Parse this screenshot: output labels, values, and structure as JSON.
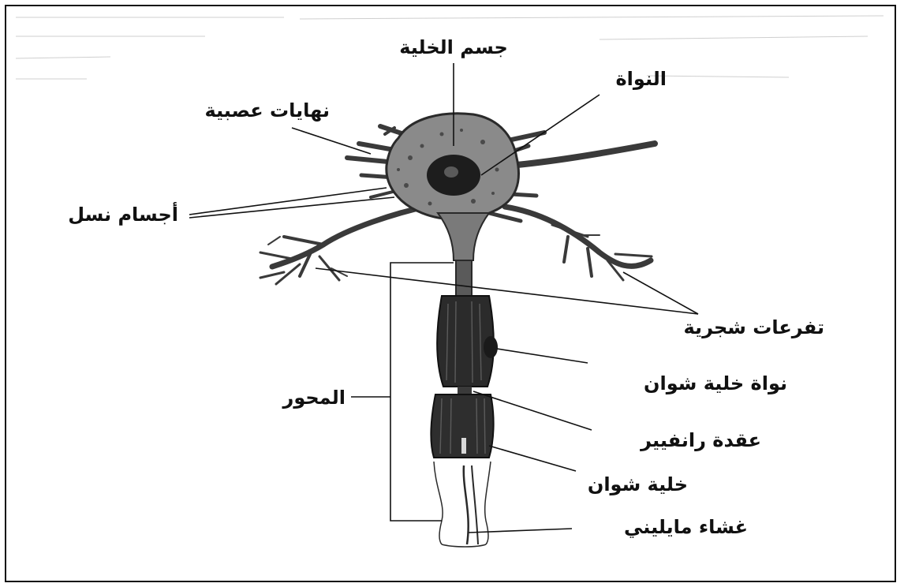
{
  "labels": {
    "cell_body": "جسم الخلية",
    "nucleus": "النواة",
    "nerve_endings": "نهايات عصبية",
    "nissl_bodies": "أجسام نسل",
    "dendrites": "تفرعات شجرية",
    "schwann_nucleus": "نواة خلية شوان",
    "axon": "المحور",
    "node_of_ranvier": "عقدة رانفيير",
    "schwann_cell": "خلية شوان",
    "myelin_sheath": "غشاء مايليني"
  },
  "colors": {
    "ink": "#111111",
    "cell": "#6e6e6e",
    "background": "#ffffff"
  }
}
